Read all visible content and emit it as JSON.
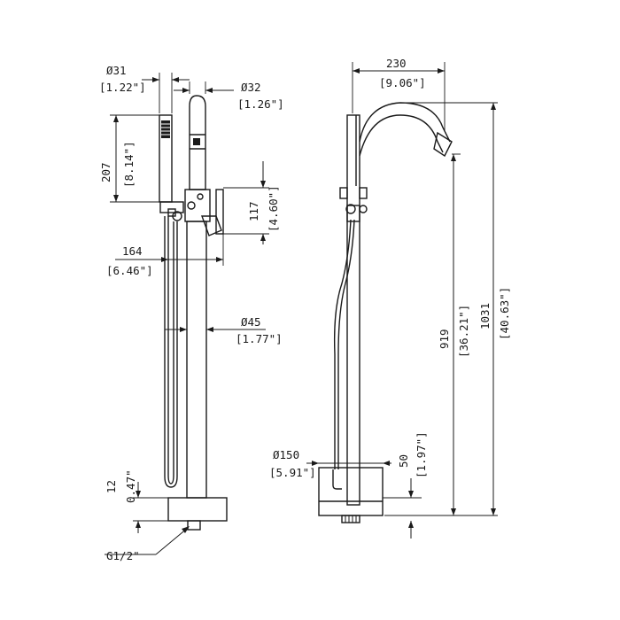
{
  "colors": {
    "line": "#1a1a1a",
    "background": "#ffffff"
  },
  "front_view": {
    "hand_shower_diameter": {
      "mm": "Ø31",
      "in": "[1.22\"]"
    },
    "spout_diameter": {
      "mm": "Ø32",
      "in": "[1.26\"]"
    },
    "hand_shower_height": {
      "mm": "207",
      "in": "[8.14\"]"
    },
    "handle_height": {
      "mm": "117",
      "in": "[4.60\"]"
    },
    "handle_reach": {
      "mm": "164",
      "in": "[6.46\"]"
    },
    "column_diameter": {
      "mm": "Ø45",
      "in": "[1.77\"]"
    },
    "base_thickness": {
      "mm": "12",
      "in": "0.47\""
    },
    "thread": {
      "label": "G1/2\""
    }
  },
  "side_view": {
    "spout_reach": {
      "mm": "230",
      "in": "[9.06\"]"
    },
    "spout_outlet_height": {
      "mm": "919",
      "in": "[36.21\"]"
    },
    "total_height": {
      "mm": "1031",
      "in": "[40.63\"]"
    },
    "base_diameter": {
      "mm": "Ø150",
      "in": "[5.91\"]"
    },
    "base_height": {
      "mm": "50",
      "in": "[1.97\"]"
    }
  }
}
